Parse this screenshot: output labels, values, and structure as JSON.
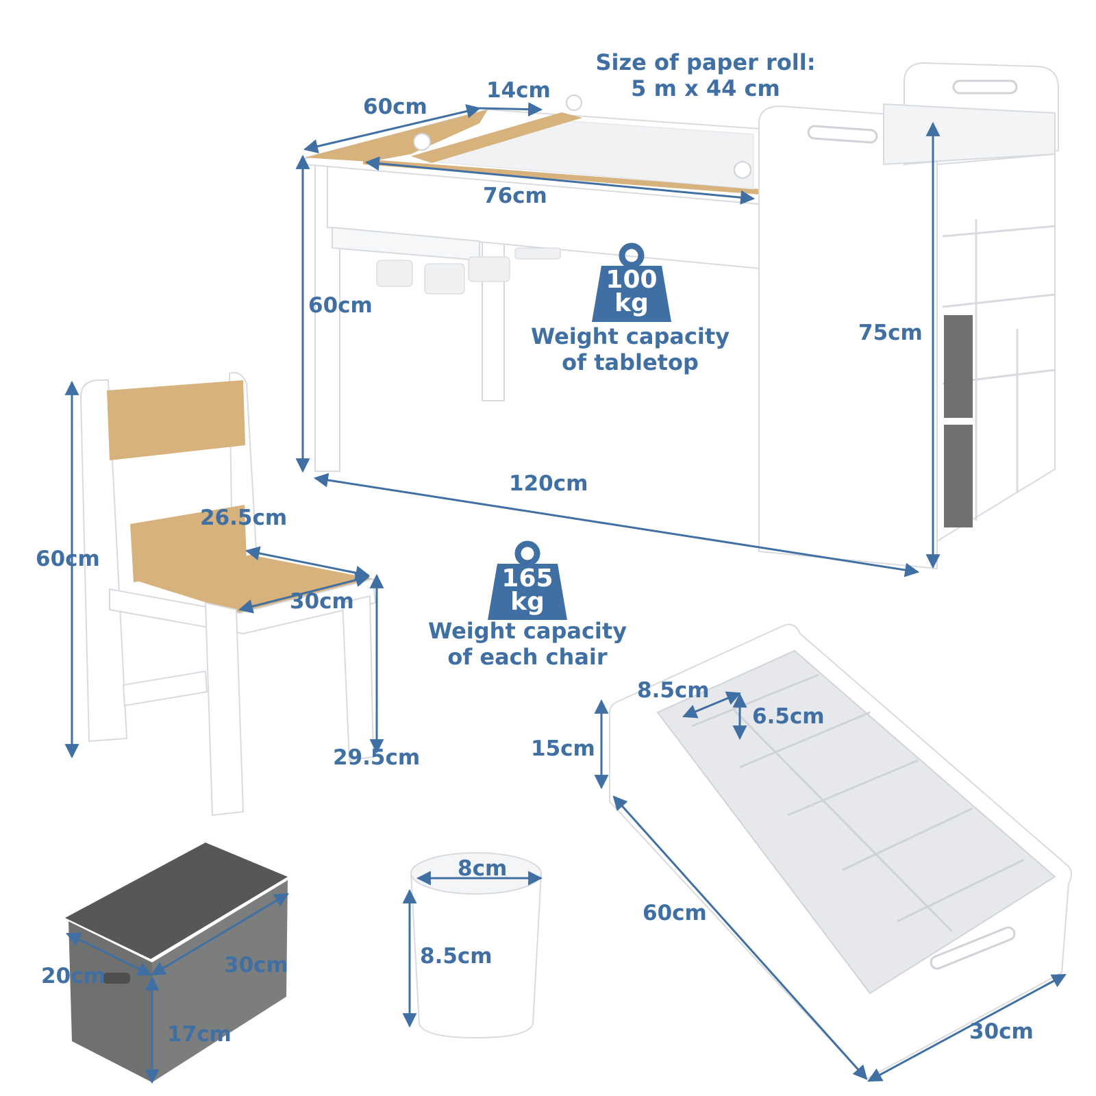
{
  "colors": {
    "accent": "#3f6fa3",
    "wood": "#d8b27c",
    "white_panel": "#ffffff",
    "edge": "#cfd3d8",
    "shadow": "#e9ecef",
    "fabric": "#6f7170",
    "fabric_dark": "#565857"
  },
  "paper_roll": {
    "line1": "Size of paper roll:",
    "line2": "5 m x 44 cm"
  },
  "table": {
    "depth": "60cm",
    "roller": "14cm",
    "width_inner": "76cm",
    "height": "60cm",
    "length": "120cm",
    "shelf_height": "75cm",
    "weight_value": "100",
    "weight_unit": "kg",
    "weight_caption_1": "Weight capacity",
    "weight_caption_2": "of tabletop"
  },
  "chair": {
    "height": "60cm",
    "seat_depth": "26.5cm",
    "seat_width": "30cm",
    "seat_height": "29.5cm",
    "weight_value": "165",
    "weight_unit": "kg",
    "weight_caption_1": "Weight capacity",
    "weight_caption_2": "of each chair"
  },
  "organizer": {
    "cell_width": "8.5cm",
    "cell_height": "6.5cm",
    "height": "15cm",
    "length": "60cm",
    "width": "30cm"
  },
  "bin": {
    "height": "20cm",
    "length": "30cm",
    "depth": "17cm"
  },
  "cup": {
    "diameter": "8cm",
    "height": "8.5cm"
  }
}
